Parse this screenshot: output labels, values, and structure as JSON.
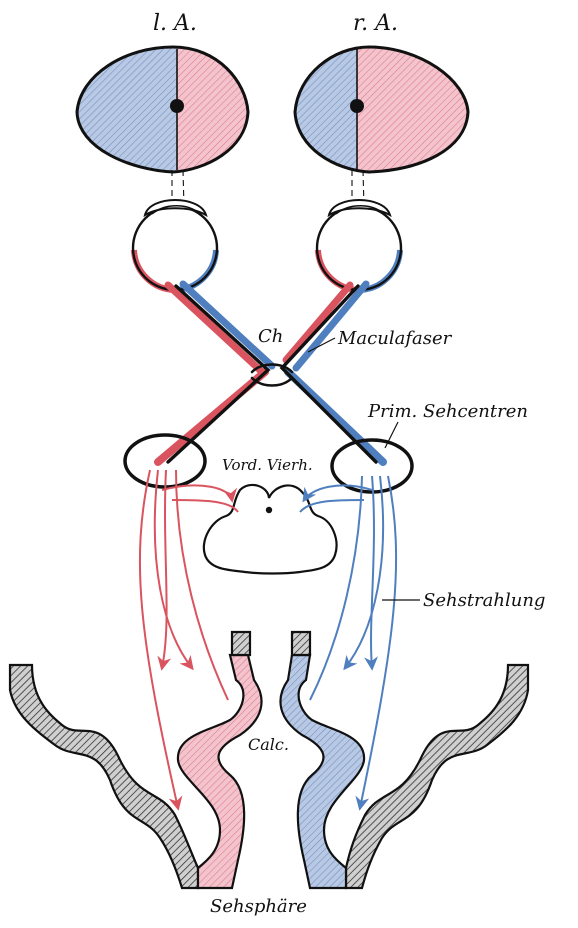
{
  "labels": {
    "left_eye": "l. A.",
    "right_eye": "r. A.",
    "chiasm": "Ch",
    "macula": "Maculafaser",
    "primary_centers": "Prim. Sehcentren",
    "colliculi": "Vord. Vierh.",
    "radiation": "Sehstrahlung",
    "calcarine": "Calc.",
    "visual_cortex": "Sehsphäre"
  },
  "colors": {
    "blue": "#4f7fbf",
    "blue_fill": "#b9c9e3",
    "red": "#d9545f",
    "red_fill": "#f2bcc6",
    "black": "#111111",
    "cortex_gray": "#8a8a8a"
  }
}
